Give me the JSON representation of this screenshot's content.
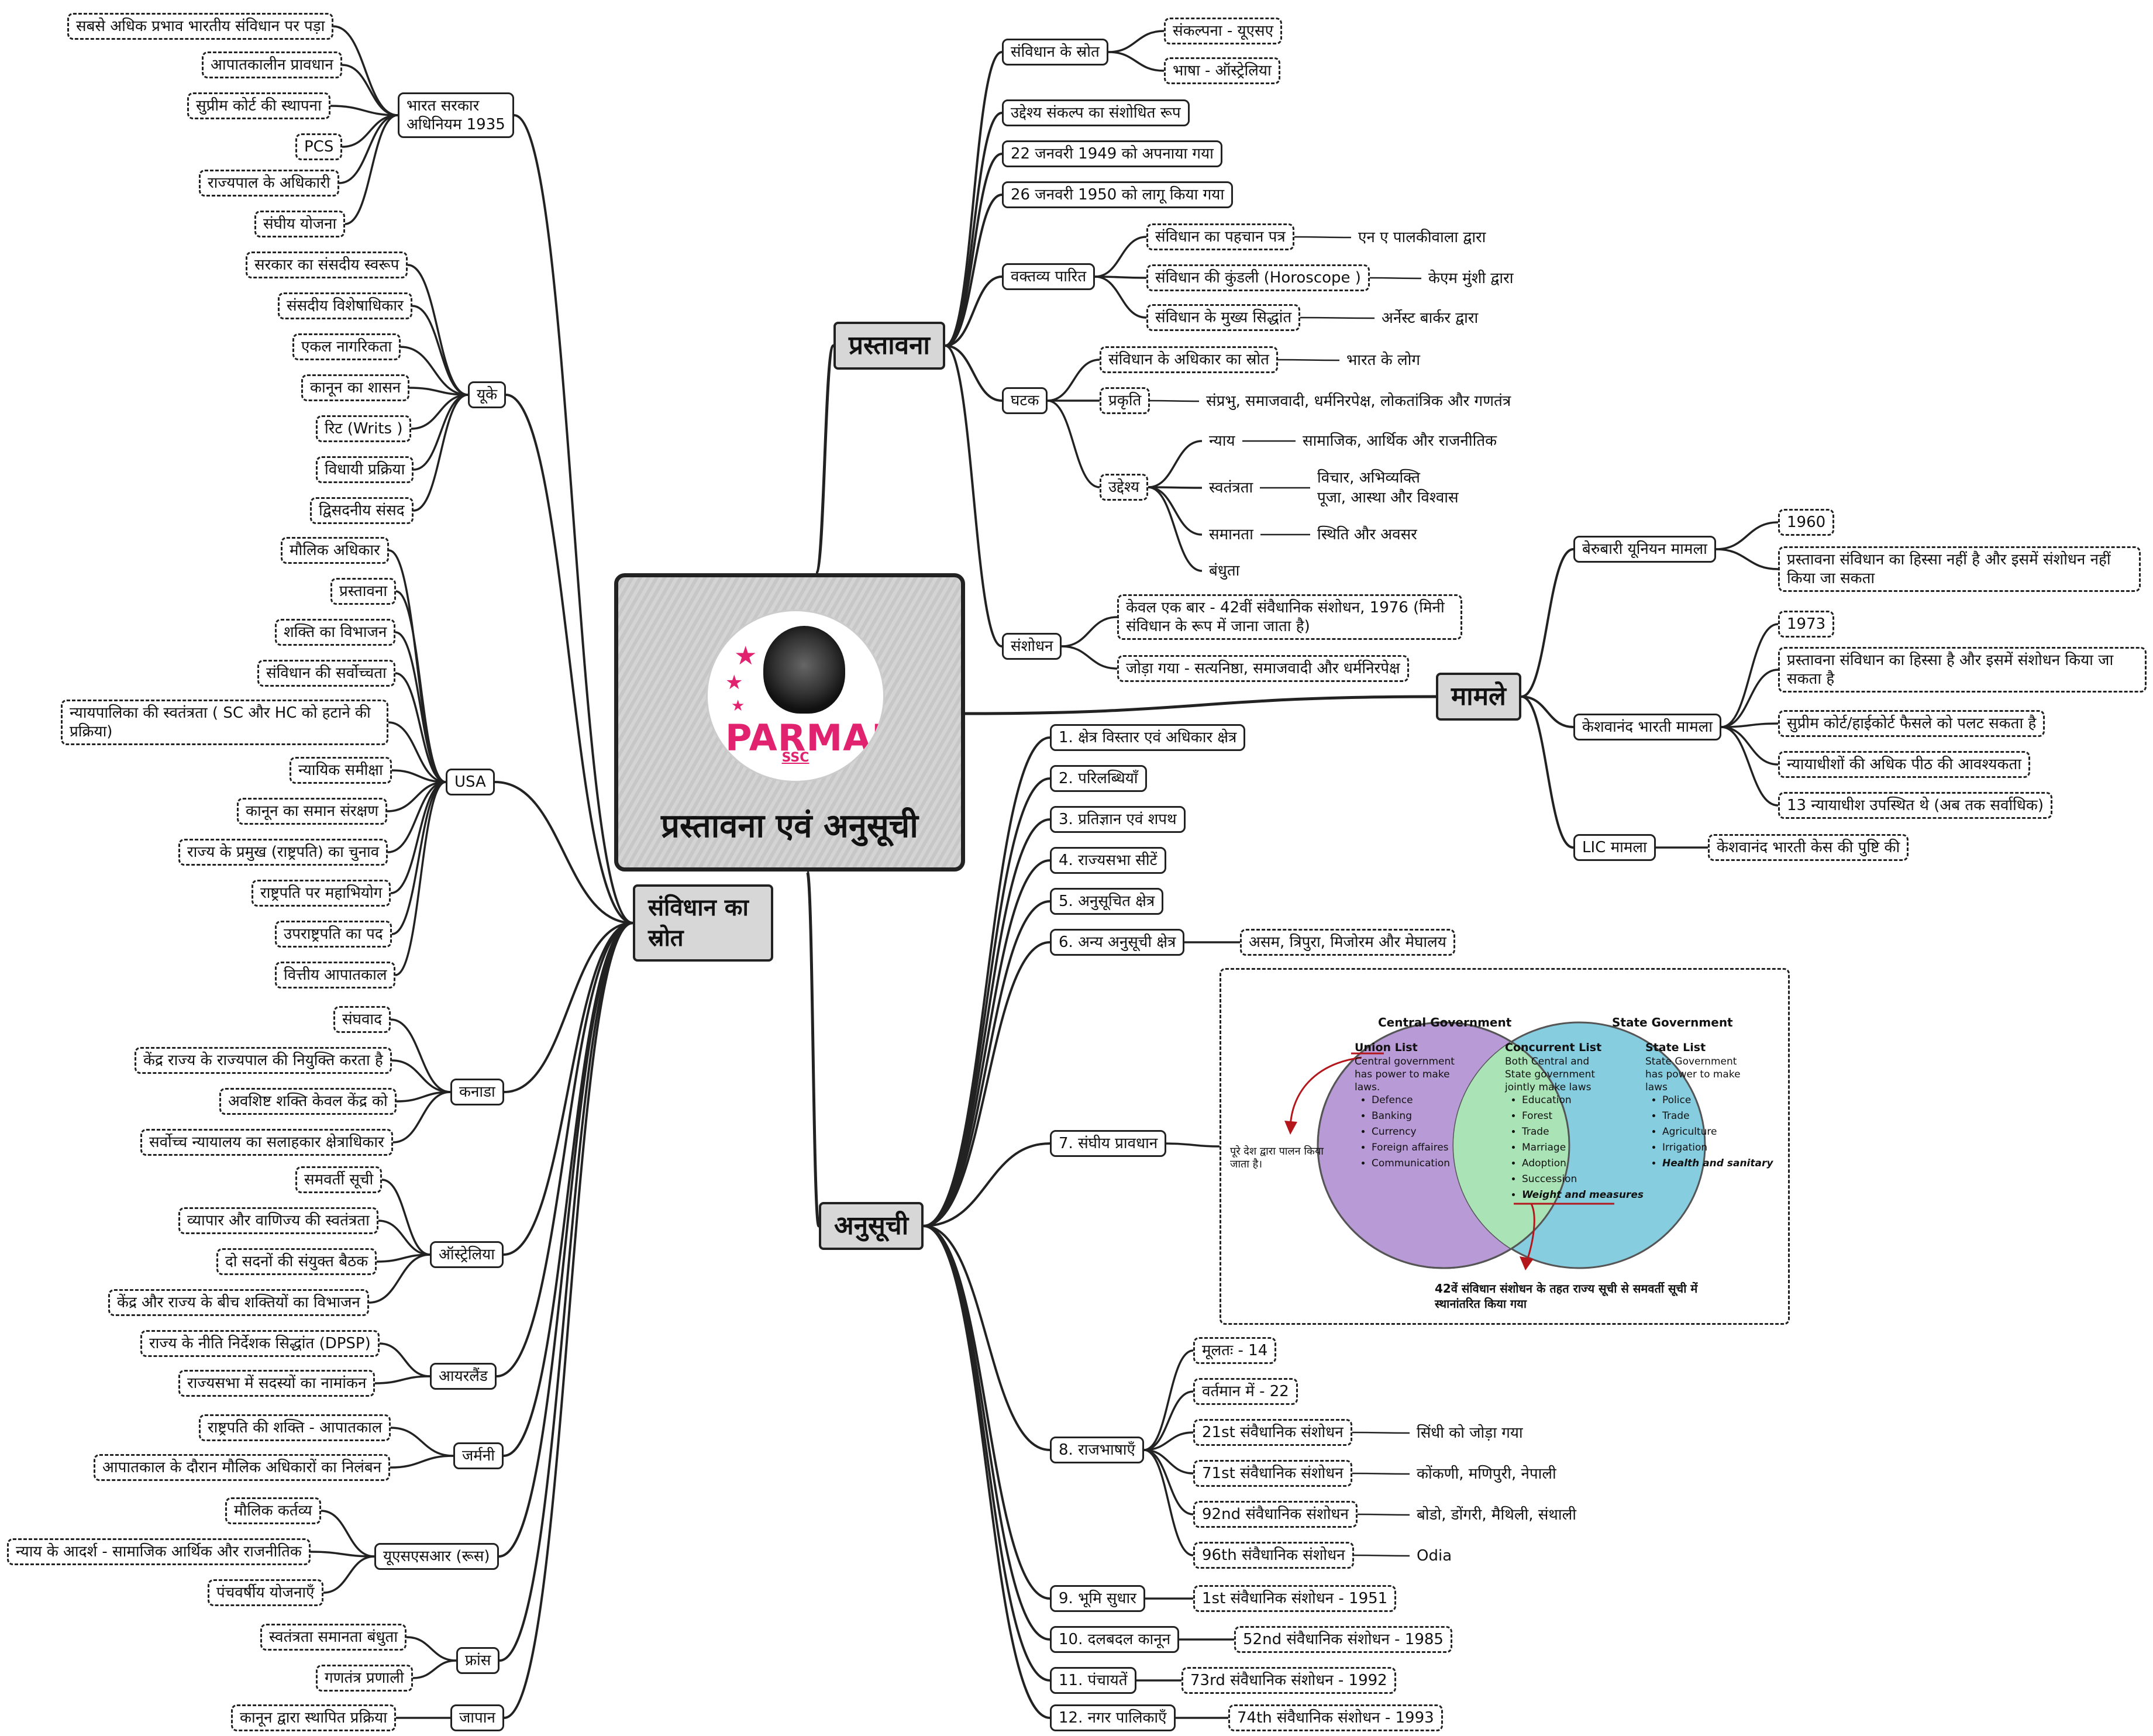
{
  "center": {
    "brand": "PARMAR",
    "brand_sub": "SSC",
    "title": "प्रस्तावना एवं अनुसूची"
  },
  "main_topics": {
    "prastavana": "प्रस्तावना",
    "anusuchi": "अनुसूची",
    "samvidhan_strot": "संविधान का स्रोत",
    "mamle": "मामले"
  },
  "prastavana": {
    "sources": {
      "label": "संविधान के स्रोत",
      "items": [
        "संकल्पना - यूएसए",
        "भाषा - ऑस्ट्रेलिया"
      ]
    },
    "facts": [
      "उद्देश्य संकल्प का संशोधित रूप",
      "22 जनवरी 1949 को अपनाया गया",
      "26 जनवरी 1950 को लागू किया गया"
    ],
    "statements": {
      "label": "वक्तव्य पारित",
      "items": [
        {
          "text": "संविधान का पहचान पत्र",
          "by": "एन ए पालकीवाला द्वारा"
        },
        {
          "text": "संविधान की कुंडली (Horoscope )",
          "by": "केएम मुंशी द्वारा"
        },
        {
          "text": "संविधान के मुख्य सिद्धांत",
          "by": "अर्नेस्ट बार्कर द्वारा"
        }
      ]
    },
    "components": {
      "label": "घटक",
      "source": {
        "text": "संविधान के अधिकार का स्रोत",
        "value": "भारत के लोग"
      },
      "nature": {
        "text": "प्रकृति",
        "value": "संप्रभु, समाजवादी, धर्मनिरपेक्ष, लोकतांत्रिक और गणतंत्र"
      },
      "objectives": {
        "label": "उद्देश्य",
        "items": [
          {
            "text": "न्याय",
            "value": "सामाजिक, आर्थिक और राजनीतिक"
          },
          {
            "text": "स्वतंत्रता",
            "value": "विचार, अभिव्यक्ति\nपूजा, आस्था और विश्वास"
          },
          {
            "text": "समानता",
            "value": "स्थिति और अवसर"
          },
          {
            "text": "बंधुता",
            "value": ""
          }
        ]
      }
    },
    "amendment": {
      "label": "संशोधन",
      "items": [
        "केवल एक बार - 42वीं संवैधानिक संशोधन, 1976 (मिनी संविधान के रूप में जाना जाता है)",
        "जोड़ा गया - सत्यनिष्ठा, समाजवादी और धर्मनिरपेक्ष"
      ]
    }
  },
  "mamle": {
    "berubari": {
      "label": "बेरुबारी यूनियन मामला",
      "items": [
        "1960",
        "प्रस्तावना संविधान का हिस्सा नहीं है और इसमें संशोधन नहीं किया जा सकता"
      ]
    },
    "keshavanand": {
      "label": "केशवानंद भारती मामला",
      "items": [
        "1973",
        "प्रस्तावना संविधान का हिस्सा है और इसमें संशोधन किया जा सकता है",
        "सुप्रीम कोर्ट/हाईकोर्ट फैसले को पलट सकता है",
        "न्यायाधीशों की अधिक पीठ की आवश्यकता",
        "13 न्यायाधीश उपस्थित थे (अब तक सर्वाधिक)"
      ]
    },
    "lic": {
      "label": "LIC मामला",
      "items": [
        "केशवानंद भारती केस की पुष्टि की"
      ]
    }
  },
  "anusuchi": {
    "items": [
      "1. क्षेत्र विस्तार एवं अधिकार क्षेत्र",
      "2. परिलब्धियाँ",
      "3. प्रतिज्ञान एवं शपथ",
      "4. राज्यसभा सीटें",
      "5. अनुसूचित क्षेत्र",
      "6. अन्य अनुसूची क्षेत्र",
      "7. संघीय प्रावधान",
      "8. राजभाषाएँ",
      "9. भूमि सुधार",
      "10. दलबदल कानून",
      "11. पंचायतें",
      "12. नगर पालिकाएँ"
    ],
    "sixth_value": "असम, त्रिपुरा, मिजोरम और मेघालय",
    "languages": [
      {
        "text": "मूलतः - 14",
        "value": ""
      },
      {
        "text": "वर्तमान में - 22",
        "value": ""
      },
      {
        "text": "21st संवैधानिक संशोधन",
        "value": "सिंधी को जोड़ा गया"
      },
      {
        "text": "71st संवैधानिक संशोधन",
        "value": "कोंकणी, मणिपुरी, नेपाली"
      },
      {
        "text": "92nd संवैधानिक संशोधन",
        "value": "बोडो, डोंगरी, मैथिली, संथाली"
      },
      {
        "text": "96th संवैधानिक संशोधन",
        "value": "Odia"
      }
    ],
    "land_reform": "1st संवैधानिक संशोधन - 1951",
    "anti_defection": "52nd संवैधानिक संशोधन - 1985",
    "panchayat": "73rd संवैधानिक संशोधन - 1992",
    "municipality": "74th संवैधानिक संशोधन - 1993",
    "venn": {
      "central_title": "Central Government",
      "state_title": "State Government",
      "union_head": "Union List",
      "union_desc": "Central government has power to make laws.",
      "union_items": [
        "Defence",
        "Banking",
        "Currency",
        "Foreign affaires",
        "Communication"
      ],
      "concurrent_head": "Concurrent List",
      "concurrent_desc": "Both Central and State government jointly make laws",
      "concurrent_items": [
        "Education",
        "Forest",
        "Trade",
        "Marriage",
        "Adoption",
        "Succession",
        "Weight and measures"
      ],
      "state_head": "State List",
      "state_desc": "State Government has power to make laws",
      "state_items": [
        "Police",
        "Trade",
        "Agriculture",
        "Irrigation",
        "Health and sanitary"
      ],
      "left_note": "पूरे देश द्वारा पालन किया जाता है।",
      "bottom_note": "42वें संविधान संशोधन के तहत राज्य सूची से समवर्ती सूची में स्थानांतरित किया गया",
      "colors": {
        "central": "#b89ad6",
        "state": "#86cde0",
        "concurrent": "#a9e3b6",
        "arrow": "#b3171c"
      }
    }
  },
  "strot": {
    "groups": [
      {
        "label": "भारत सरकार\nअधिनियम 1935",
        "items": [
          "सबसे अधिक प्रभाव भारतीय संविधान पर पड़ा",
          "आपातकालीन प्रावधान",
          "सुप्रीम कोर्ट की स्थापना",
          "PCS",
          "राज्यपाल के अधिकारी",
          "संघीय योजना"
        ]
      },
      {
        "label": "यूके",
        "items": [
          "सरकार का संसदीय स्वरूप",
          "संसदीय विशेषाधिकार",
          "एकल नागरिकता",
          "कानून का शासन",
          "रिट (Writs )",
          "विधायी प्रक्रिया",
          "द्विसदनीय संसद"
        ]
      },
      {
        "label": "USA",
        "items": [
          "मौलिक अधिकार",
          "प्रस्तावना",
          "शक्ति का विभाजन",
          "संविधान की सर्वोच्चता",
          "न्यायपालिका की स्वतंत्रता ( SC और HC को हटाने की प्रक्रिया)",
          "न्यायिक समीक्षा",
          "कानून का समान संरक्षण",
          "राज्य के प्रमुख (राष्ट्रपति) का चुनाव",
          "राष्ट्रपति पर महाभियोग",
          "उपराष्ट्रपति का पद",
          "वित्तीय आपातकाल"
        ]
      },
      {
        "label": "कनाडा",
        "items": [
          "संघवाद",
          "केंद्र राज्य के राज्यपाल की नियुक्ति करता है",
          "अवशिष्ट शक्ति केवल केंद्र को",
          "सर्वोच्च न्यायालय का सलाहकार क्षेत्राधिकार"
        ]
      },
      {
        "label": "ऑस्ट्रेलिया",
        "items": [
          "समवर्ती सूची",
          "व्यापार और वाणिज्य की स्वतंत्रता",
          "दो सदनों की संयुक्त बैठक",
          "केंद्र और राज्य के बीच शक्तियों का विभाजन"
        ]
      },
      {
        "label": "आयरलैंड",
        "items": [
          "राज्य के नीति निर्देशक सिद्धांत (DPSP)",
          "राज्यसभा में सदस्यों का नामांकन"
        ]
      },
      {
        "label": "जर्मनी",
        "items": [
          "राष्ट्रपति की शक्ति - आपातकाल",
          "आपातकाल के दौरान मौलिक अधिकारों का निलंबन"
        ]
      },
      {
        "label": "यूएसएसआर (रूस)",
        "items": [
          "मौलिक कर्तव्य",
          "न्याय के आदर्श - सामाजिक आर्थिक और राजनीतिक",
          "पंचवर्षीय योजनाएँ"
        ]
      },
      {
        "label": "फ्रांस",
        "items": [
          "स्वतंत्रता समानता बंधुता",
          "गणतंत्र प्रणाली"
        ]
      },
      {
        "label": "जापान",
        "items": [
          "कानून द्वारा स्थापित प्रक्रिया"
        ]
      }
    ]
  }
}
